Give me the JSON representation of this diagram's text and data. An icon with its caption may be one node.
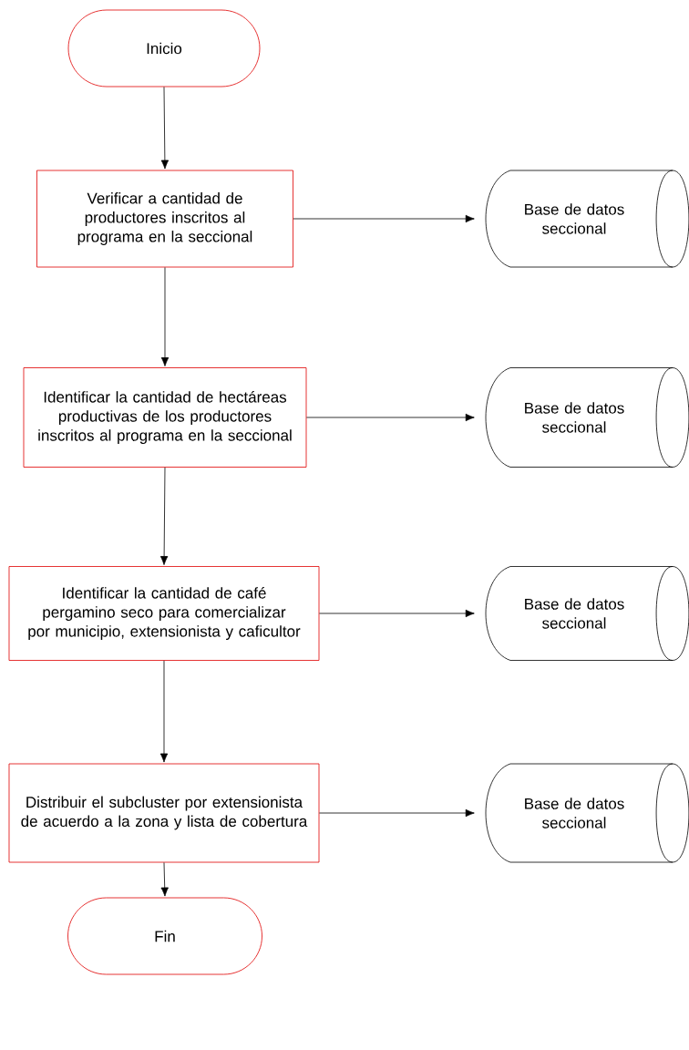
{
  "diagram": {
    "nodes": [
      {
        "text": [
          "Inicio"
        ]
      },
      {
        "text": [
          "Verificar a cantidad de productores inscritos al programa en la seccional"
        ]
      },
      {
        "text": [
          "Base de datos seccional"
        ]
      },
      {
        "text": [
          "Identificar la cantidad de hectáreas productivas de los productores inscritos al programa en la seccional"
        ]
      },
      {
        "text": [
          "Base de datos seccional"
        ]
      },
      {
        "text": [
          "Identificar la cantidad de café pergamino seco para comercializar por municipio, extensionista y caficultor"
        ]
      },
      {
        "text": [
          "Base de datos seccional"
        ]
      },
      {
        "text": [
          "Distribuir el subcluster por extensionista de acuerdo a la zona y lista de cobertura"
        ]
      },
      {
        "text": [
          "Base de datos seccional"
        ]
      },
      {
        "text": [
          "Fin"
        ]
      }
    ],
    "edges": [
      {
        "from": 0,
        "to": 1,
        "arrow": "to"
      },
      {
        "from": 1,
        "to": 2,
        "arrow": "to"
      },
      {
        "from": 1,
        "to": 3,
        "arrow": "to"
      },
      {
        "from": 3,
        "to": 4,
        "arrow": "to"
      },
      {
        "from": 3,
        "to": 5,
        "arrow": "to"
      },
      {
        "from": 5,
        "to": 6,
        "arrow": "to"
      },
      {
        "from": 5,
        "to": 7,
        "arrow": "to"
      },
      {
        "from": 7,
        "to": 8,
        "arrow": "to"
      },
      {
        "from": 7,
        "to": 9,
        "arrow": "to"
      }
    ]
  }
}
